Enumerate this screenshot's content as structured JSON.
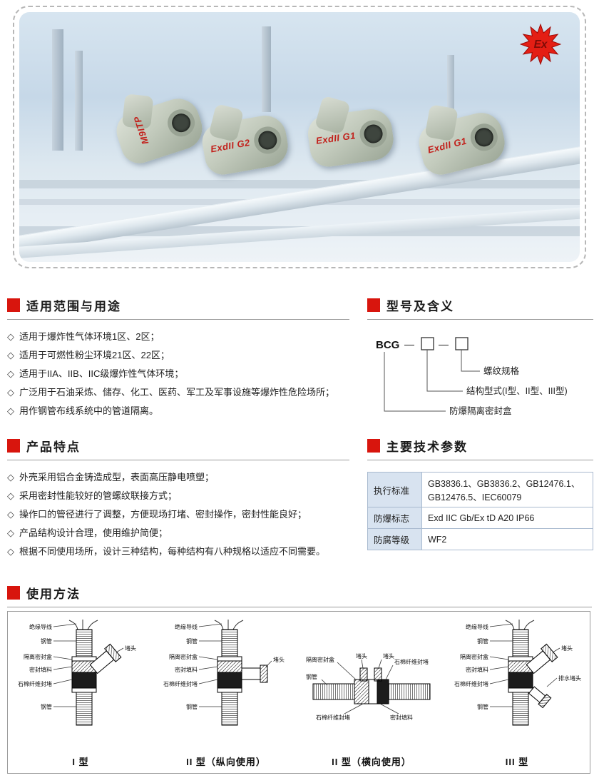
{
  "ui": {
    "bullet": "◇"
  },
  "banner": {
    "ex": "Ex",
    "products": [
      "M9ITP",
      "ExdII G2",
      "ExdII G1",
      "ExdII G1"
    ]
  },
  "scope": {
    "title": "适用范围与用途",
    "items": [
      "适用于爆炸性气体环境1区、2区；",
      "适用于可燃性粉尘环境21区、22区；",
      "适用于IIA、IIB、IIC级爆炸性气体环境；",
      "广泛用于石油采炼、储存、化工、医药、军工及军事设施等爆炸性危险场所；",
      "用作钢管布线系统中的管道隔离。"
    ]
  },
  "model": {
    "title": "型号及含义",
    "prefix": "BCG",
    "dash": "—",
    "labels": [
      "螺纹规格",
      "结构型式(I型、II型、III型)",
      "防爆隔离密封盒"
    ]
  },
  "features": {
    "title": "产品特点",
    "items": [
      "外壳采用铝合金铸造成型，表面高压静电喷塑；",
      "采用密封性能较好的管螺纹联接方式；",
      "操作口的管径进行了调整，方便现场打堵、密封操作，密封性能良好；",
      "产品结构设计合理，使用维护简便；",
      "根据不同使用场所，设计三种结构，每种结构有八种规格以适应不同需要。"
    ]
  },
  "params": {
    "title": "主要技术参数",
    "rows": [
      {
        "label": "执行标准",
        "value": "GB3836.1、GB3836.2、GB12476.1、GB12476.5、IEC60079"
      },
      {
        "label": "防爆标志",
        "value": "Exd IIC Gb/Ex tD A20 IP66"
      },
      {
        "label": "防腐等级",
        "value": "WF2"
      }
    ]
  },
  "usage": {
    "title": "使用方法",
    "diagrams": [
      {
        "caption": "I 型",
        "labels": [
          "绝缘导线",
          "钢管",
          "隔离密封盒",
          "密封填料",
          "石棉纤维封堵",
          "钢管",
          "堵头"
        ]
      },
      {
        "caption": "II 型（纵向使用）",
        "labels": [
          "绝缘导线",
          "钢管",
          "隔离密封盒",
          "密封填料",
          "石棉纤维封堵",
          "钢管",
          "堵头"
        ]
      },
      {
        "caption": "II 型（横向使用）",
        "labels": [
          "隔离密封盒",
          "堵头",
          "堵头",
          "石棉纤维封堵",
          "钢管",
          "石棉纤维封堵",
          "密封填料"
        ]
      },
      {
        "caption": "III 型",
        "labels": [
          "绝缘导线",
          "钢管",
          "隔离密封盒",
          "密封填料",
          "石棉纤维封堵",
          "钢管",
          "堵头",
          "排水堵头"
        ]
      }
    ]
  }
}
